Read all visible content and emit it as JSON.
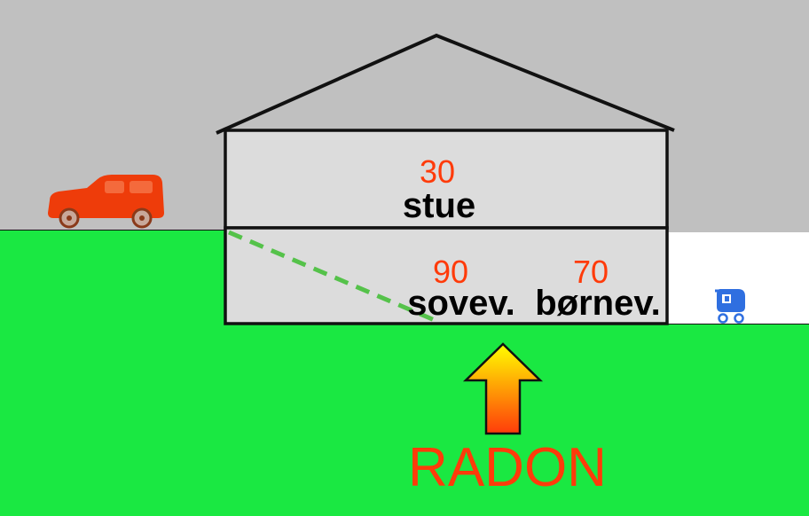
{
  "colors": {
    "sky": "#c0c0c0",
    "ground": "#1ae842",
    "house_fill": "#dcdcdc",
    "outline": "#111111",
    "value_text": "#ff3b0a",
    "room_text": "#000000",
    "radon_text": "#ff3b0a",
    "car": "#ee3c0a",
    "pram": "#2f6fe0",
    "dashed_line": "#55c24a",
    "arrow_top": "#ffff00",
    "arrow_bottom": "#ff3b0a"
  },
  "rooms": {
    "stue": {
      "value": "30",
      "label": "stue"
    },
    "sovev": {
      "value": "90",
      "label": "sovev."
    },
    "bornev": {
      "value": "70",
      "label": "børnev."
    }
  },
  "radon_label": "RADON",
  "icons": {
    "car": "car-icon",
    "pram": "baby-carriage-icon",
    "arrow": "arrow-up-icon"
  }
}
